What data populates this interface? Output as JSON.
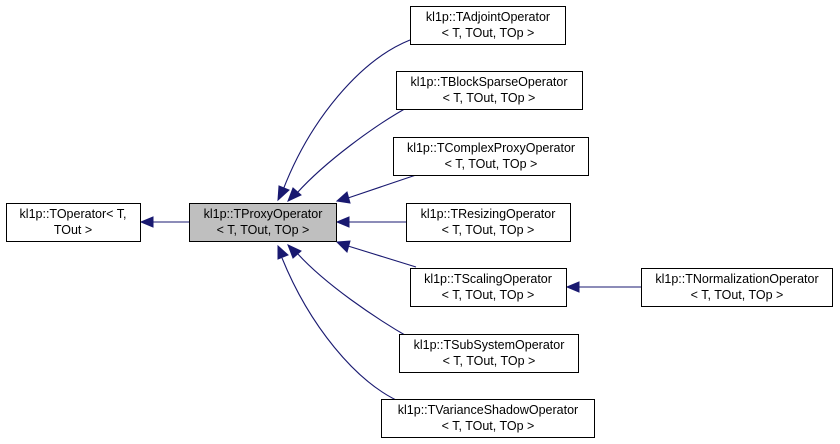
{
  "colors": {
    "edge": "#191970",
    "focus_fill": "#bfbfbf",
    "node_fill": "#ffffff",
    "node_border": "#000000"
  },
  "nodes": {
    "toperator": {
      "line1": "kl1p::TOperator< T,",
      "line2": "TOut >"
    },
    "tproxy": {
      "line1": "kl1p::TProxyOperator",
      "line2": "< T, TOut, TOp >"
    },
    "tadjoint": {
      "line1": "kl1p::TAdjointOperator",
      "line2": "< T, TOut, TOp >"
    },
    "tblocksparse": {
      "line1": "kl1p::TBlockSparseOperator",
      "line2": "< T, TOut, TOp >"
    },
    "tcomplexproxy": {
      "line1": "kl1p::TComplexProxyOperator",
      "line2": "< T, TOut, TOp >"
    },
    "tresizing": {
      "line1": "kl1p::TResizingOperator",
      "line2": "< T, TOut, TOp >"
    },
    "tscaling": {
      "line1": "kl1p::TScalingOperator",
      "line2": "< T, TOut, TOp >"
    },
    "tsubsystem": {
      "line1": "kl1p::TSubSystemOperator",
      "line2": "< T, TOut, TOp >"
    },
    "tvarianceshadow": {
      "line1": "kl1p::TVarianceShadowOperator",
      "line2": "< T, TOut, TOp >"
    },
    "tnormalization": {
      "line1": "kl1p::TNormalizationOperator",
      "line2": "< T, TOut, TOp >"
    }
  }
}
